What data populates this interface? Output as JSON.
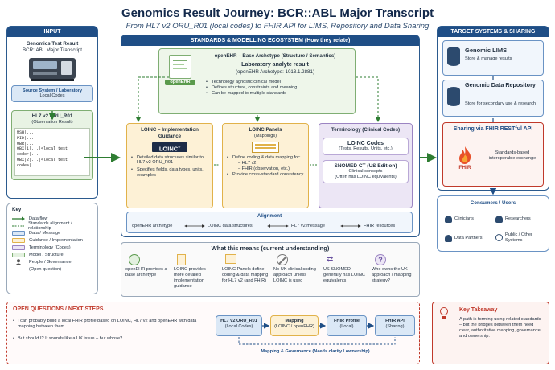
{
  "title": "Genomics Result Journey: BCR::ABL Major Transcript",
  "subtitle": "From HL7 v2 ORU_R01 (local codes) to FHIR API for LIMS, Repository and Data Sharing",
  "colors": {
    "navy": "#1f4e86",
    "data": "#dbe8f6",
    "guidance": "#fdf1d6",
    "terminology": "#ece6f5",
    "model": "#e3f1df",
    "alert": "#c0392b"
  },
  "input": {
    "header": "INPUT",
    "heading": "Genomics Test Result",
    "subheading": "BCR::ABL Major Transcript",
    "source_title": "Source System / Laboratory",
    "source_sub": "Local Codes",
    "hl7_title": "HL7 v2 ORU_R01",
    "hl7_sub": "(Observation Result)",
    "hl7_lines": [
      "MSH|...",
      "PID|...",
      "OBR|...",
      "OBX|1|...|<local test code>|...",
      "OBX|2|...|<local test code>|...",
      "..."
    ]
  },
  "legend": {
    "title": "Key",
    "items": [
      {
        "label": "Data flow",
        "kind": "arrow"
      },
      {
        "label": "Standards alignment / relationship",
        "kind": "dashed"
      },
      {
        "label": "Data / Message",
        "kind": "swatch",
        "color": "#dbe8f6"
      },
      {
        "label": "Guidance / Implementation",
        "kind": "swatch",
        "color": "#fdf1d6"
      },
      {
        "label": "Terminology (Codes)",
        "kind": "swatch",
        "color": "#ece6f5"
      },
      {
        "label": "Model / Structure",
        "kind": "swatch",
        "color": "#e3f1df"
      },
      {
        "label": "People / Governance",
        "kind": "person"
      },
      {
        "label": "(Open question)",
        "kind": "none"
      }
    ]
  },
  "standards": {
    "header": "STANDARDS & MODELLING ECOSYSTEM (How they relate)",
    "openehr": {
      "title": "openEHR – Base Archetype (Structure / Semantics)",
      "subtitle": "Laboratory analyte result",
      "archetype": "(openEHR Archetype: 1013.1.2881)",
      "badge": "openEHR",
      "bullets": [
        "Technology agnostic clinical model",
        "Defines structure, constraints and meaning",
        "Can be mapped to multiple standards"
      ]
    },
    "loinc_guide": {
      "title": "LOINC – Implementation Guidance",
      "logo": "LOINC",
      "bullets": [
        "Detailed data structures similar to HL7 v2 ORU_R01",
        "Specifies fields, data types, units, examples"
      ]
    },
    "loinc_panels": {
      "title": "LOINC Panels",
      "subtitle": "(Mappings)",
      "intro": "Define coding & data mapping for:",
      "sub_items": [
        "– HL7 v2",
        "– FHIR (observation, etc.)"
      ],
      "last": "Provide cross-standard consistency"
    },
    "terminology": {
      "title": "Terminology (Clinical Codes)",
      "loinc_codes_title": "LOINC Codes",
      "loinc_codes_sub": "(Tests, Results, Units, etc.)",
      "snomed_title": "SNOMED CT (US Edition)",
      "snomed_sub1": "Clinical concepts",
      "snomed_sub2": "(Often has LOINC equivalents)"
    },
    "alignment": {
      "title": "Alignment",
      "items": [
        "openEHR archetype",
        "LOINC data structures",
        "HL7 v2 message",
        "FHIR resources"
      ]
    },
    "meaning": {
      "title": "What this means (current understanding)",
      "items": [
        {
          "icon": "openehr-icon",
          "text": "openEHR provides a base archetype"
        },
        {
          "icon": "document-icon",
          "text": "LOINC provides more detailed implementation guidance"
        },
        {
          "icon": "panel-icon",
          "text": "LOINC Panels define coding & data mapping for HL7 v2 (and FHIR)"
        },
        {
          "icon": "no-icon",
          "text": "No UK clinical coding approach unless LOINC is used"
        },
        {
          "icon": "link-icon",
          "text": "US SNOMED generally has LOINC equivalents"
        },
        {
          "icon": "question-icon",
          "text": "Who owns the UK approach / mapping strategy?"
        }
      ]
    }
  },
  "targets": {
    "header": "TARGET SYSTEMS & SHARING",
    "lims_title": "Genomic LIMS",
    "lims_sub": "Store & manage results",
    "repo_title": "Genomic Data Repository",
    "repo_sub": "Store for secondary use & research",
    "fhir_title": "Sharing via FHIR RESTful API",
    "fhir_logo": "FHIR",
    "fhir_sub": "Standards-based interoperable exchange",
    "consumers_title": "Consumers / Users",
    "consumers": [
      "Clinicians",
      "Researchers",
      "Data Partners",
      "Public / Other Systems"
    ]
  },
  "questions": {
    "title": "OPEN QUESTIONS / NEXT STEPS",
    "items": [
      "I can probably build a local FHIR profile based on LOINC, HL7 v2 and openEHR with data mapping between them.",
      "But should I?  It sounds like a UK issue – but whose?"
    ],
    "flow": [
      {
        "title": "HL7 v2 ORU_R01",
        "sub": "(Local Codes)"
      },
      {
        "title": "Mapping",
        "sub": "(LOINC / openEHR)"
      },
      {
        "title": "FHIR Profile",
        "sub": "(Local)"
      },
      {
        "title": "FHIR API",
        "sub": "(Sharing)"
      }
    ],
    "governance": "Mapping & Governance  (Needs clarity / ownership)"
  },
  "takeaway": {
    "title": "Key Takeaway",
    "text": "A path is forming using related standards – but the bridges between them need clear, authoritative mapping, governance and ownership."
  }
}
